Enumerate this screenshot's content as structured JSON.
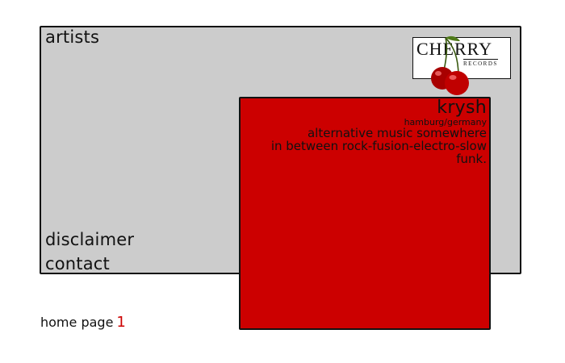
{
  "nav": {
    "artists": "artists",
    "disclaimer": "disclaimer",
    "contact": "contact"
  },
  "logo": {
    "brand": "CHERRY",
    "sub": "RECORDS",
    "icon": "cherry-icon"
  },
  "feature": {
    "artist_name": "krysh",
    "location": "hamburg/germany",
    "description_line1": "alternative music somewhere",
    "description_line2": "in between rock-fusion-electro-slow",
    "description_line3": "funk."
  },
  "footer": {
    "label": "home page",
    "page_number": "1"
  },
  "colors": {
    "panel_bg": "#cccccc",
    "accent_red": "#cc0000",
    "text": "#111111"
  }
}
